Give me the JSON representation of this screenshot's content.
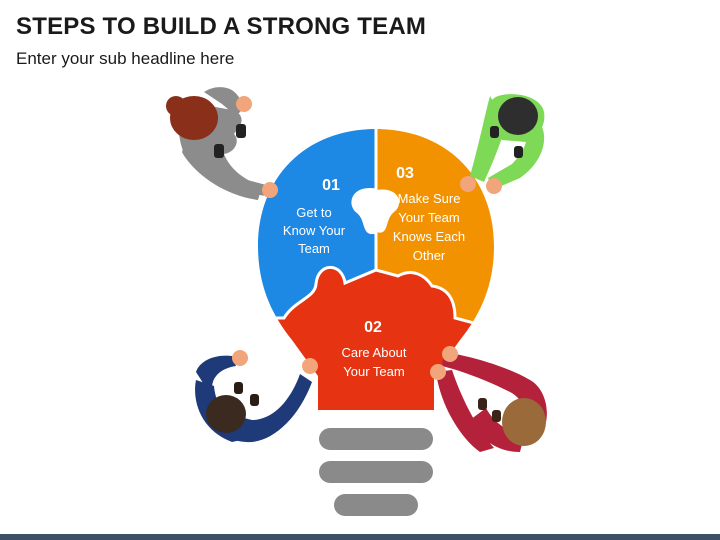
{
  "header": {
    "title": "STEPS TO BUILD A STRONG TEAM",
    "subtitle": "Enter your sub headline here"
  },
  "steps": [
    {
      "number": "01",
      "lines": [
        "Get to",
        "Know Your",
        "Team"
      ],
      "color": "#1e88e5"
    },
    {
      "number": "02",
      "lines": [
        "Care About",
        "Your Team"
      ],
      "color": "#e63312"
    },
    {
      "number": "03",
      "lines": [
        "Make Sure",
        "Your Team",
        "Knows Each",
        "Other"
      ],
      "color": "#f39200"
    }
  ],
  "people": [
    {
      "name": "woman-gray",
      "shirt": "#8c8c8c",
      "hair": "#8a2f1a"
    },
    {
      "name": "man-green",
      "shirt": "#7ed957",
      "hair": "#2e2e2e"
    },
    {
      "name": "man-navy",
      "shirt": "#1f3a78",
      "hair": "#3a2a20"
    },
    {
      "name": "woman-red",
      "shirt": "#b3213a",
      "hair": "#9a6a3a"
    }
  ],
  "colors": {
    "bulb_base": "#8a8a8a",
    "skin": "#f2a57a",
    "bottom_bar": "#3d4f66"
  }
}
